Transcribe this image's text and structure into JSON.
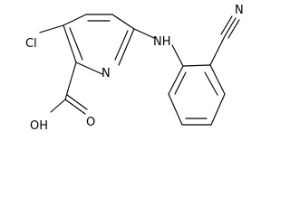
{
  "molecule": {
    "atom_labels": {
      "chloro": "Cl",
      "ring_nitrogen": "N",
      "amine": "NH",
      "nitrile_nitrogen": "N",
      "hydroxyl": "OH",
      "carbonyl_oxygen": "O"
    }
  }
}
